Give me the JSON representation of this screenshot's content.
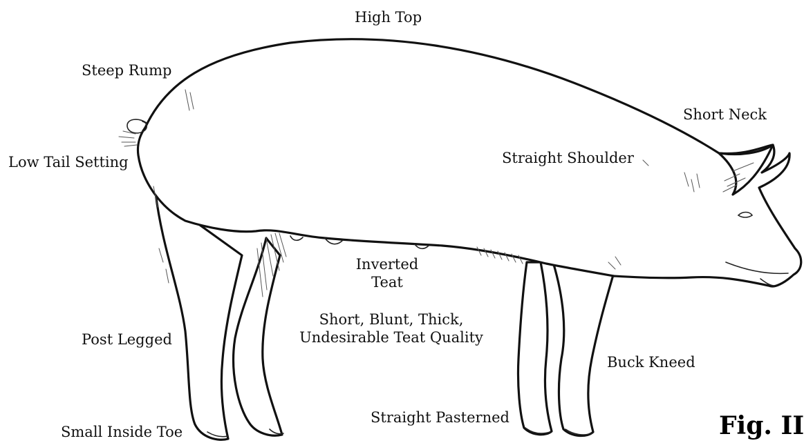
{
  "labels": {
    "high_top": "High Top",
    "steep_rump": "Steep Rump",
    "short_neck": "Short Neck",
    "low_tail_setting": "Low Tail Setting",
    "straight_shoulder": "Straight Shoulder",
    "inverted_teat_line1": "Inverted",
    "inverted_teat_line2": "Teat",
    "teat_quality_line1": "Short, Blunt, Thick,",
    "teat_quality_line2": "Undesirable Teat Quality",
    "post_legged": "Post Legged",
    "buck_kneed": "Buck Kneed",
    "small_inside_toe": "Small Inside Toe",
    "straight_pasterned": "Straight Pasterned"
  },
  "figure_label": "Fig. II",
  "colors": {
    "ink": "#111111",
    "background": "#ffffff"
  }
}
